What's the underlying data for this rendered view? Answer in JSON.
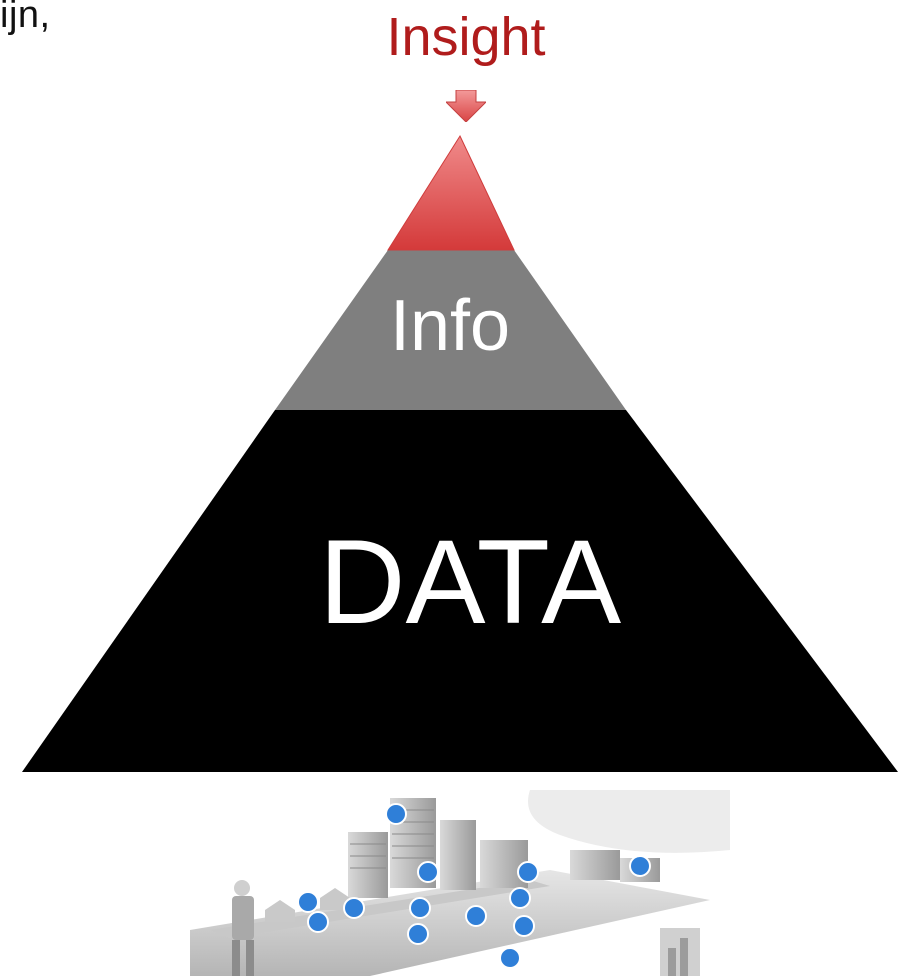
{
  "diagram": {
    "corner_text": "ijn,",
    "levels": [
      {
        "label": "Insight",
        "color": "#b01c1c"
      },
      {
        "label": "Info",
        "color": "#7f7f7f"
      },
      {
        "label": "DATA",
        "color": "#000000"
      }
    ],
    "colors": {
      "insight_fill": "#e86b6b",
      "info_fill": "#7f7f7f",
      "data_fill": "#000000",
      "arrow_fill": "#e05050"
    },
    "illustration": {
      "icon": "smart-city-illustration"
    }
  }
}
